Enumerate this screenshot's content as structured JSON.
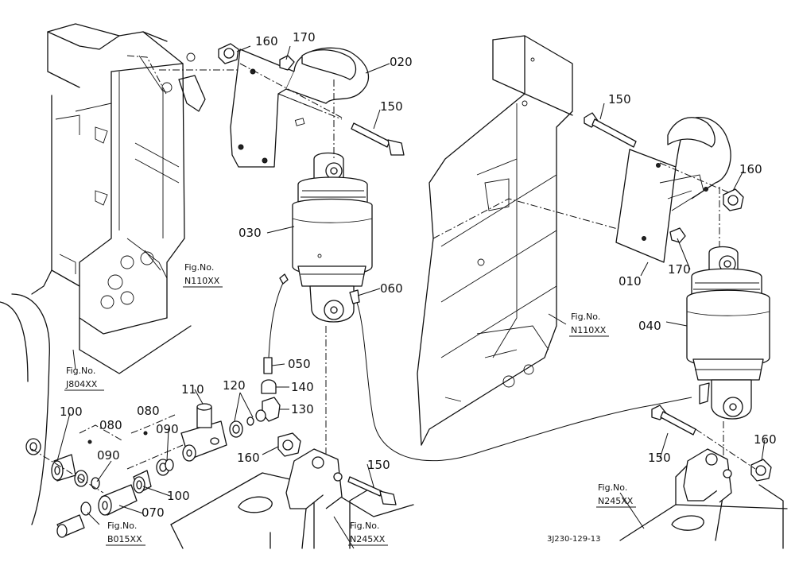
{
  "parts": {
    "p010": "010",
    "p020": "020",
    "p030": "030",
    "p040": "040",
    "p050": "050",
    "p060": "060",
    "p070": "070",
    "p080a": "080",
    "p080b": "080",
    "p090a": "090",
    "p090b": "090",
    "p100a": "100",
    "p100b": "100",
    "p110": "110",
    "p120": "120",
    "p130": "130",
    "p140": "140",
    "p150a": "150",
    "p150b": "150",
    "p150c": "150",
    "p150d": "150",
    "p160a": "160",
    "p160b": "160",
    "p160c": "160",
    "p160d": "160",
    "p170a": "170",
    "p170b": "170"
  },
  "refs": {
    "fig_label": "Fig.No.",
    "n110_left": "N110XX",
    "n110_right": "N110XX",
    "j804": "J804XX",
    "b015": "B015XX",
    "n245_left": "N245XX",
    "n245_right": "N245XX"
  },
  "drawing_code": "3J230-129-13"
}
